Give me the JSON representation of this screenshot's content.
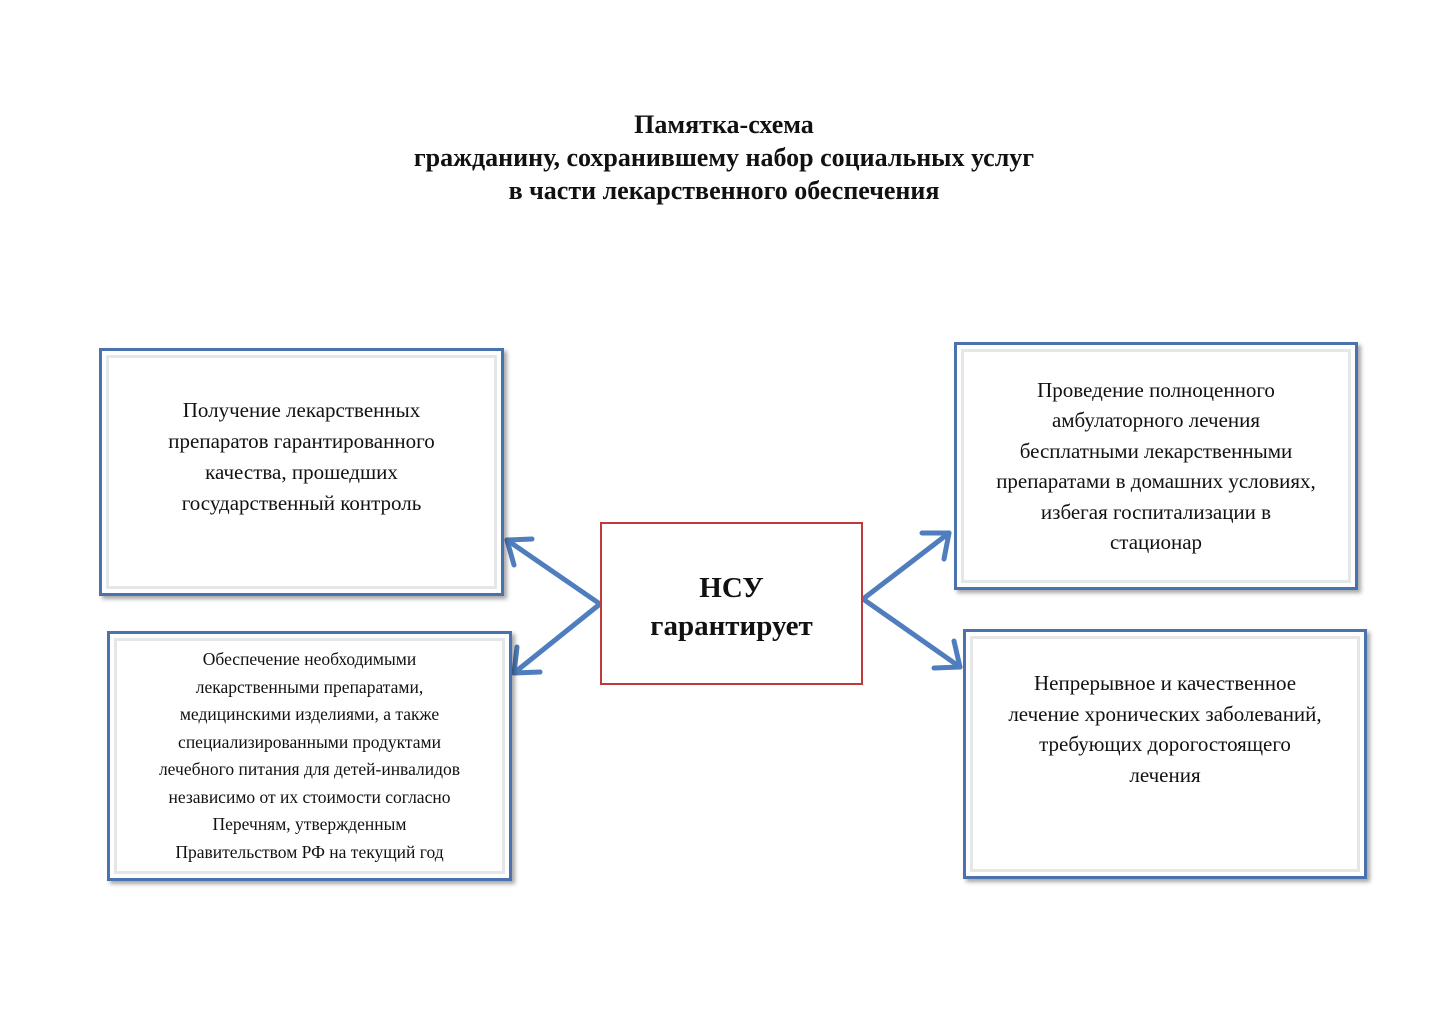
{
  "title": {
    "lines": [
      "Памятка-схема",
      "гражданину, сохранившему набор социальных услуг",
      "в части лекарственного обеспечения"
    ]
  },
  "center": {
    "lines": [
      "НСУ",
      "гарантирует"
    ]
  },
  "boxes": {
    "top_left": {
      "lines": [
        "Получение лекарственных",
        "препаратов гарантированного",
        "качества, прошедших",
        "государственный контроль"
      ]
    },
    "bottom_left": {
      "lines": [
        "Обеспечение необходимыми",
        "лекарственными препаратами,",
        "медицинскими изделиями, а также",
        "специализированными продуктами",
        "лечебного питания для детей-инвалидов",
        "независимо от их стоимости согласно",
        "Перечням, утвержденным",
        "Правительством РФ на текущий год"
      ]
    },
    "top_right": {
      "lines": [
        "Проведение полноценного",
        "амбулаторного лечения",
        "бесплатными лекарственными",
        "препаратами в домашних условиях,",
        "избегая госпитализации в",
        "стационар"
      ]
    },
    "bottom_right": {
      "lines": [
        "Непрерывное и качественное",
        "лечение хронических заболеваний,",
        "требующих дорогостоящего",
        "лечения"
      ]
    }
  },
  "colors": {
    "box_border": "#4a73ad",
    "center_border": "#c0393b",
    "arrow": "#4f7dbd"
  }
}
